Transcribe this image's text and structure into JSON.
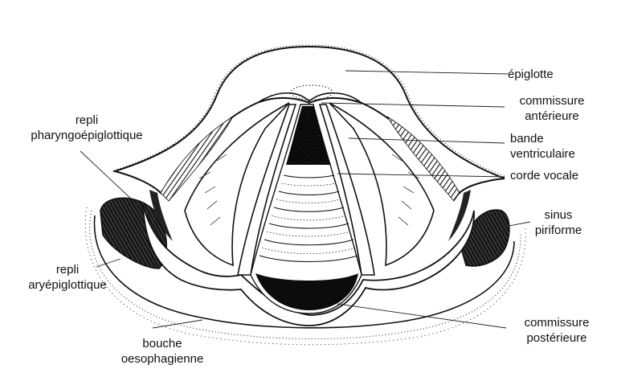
{
  "labels": {
    "epiglotte": "épiglotte",
    "commissure_anterieure": [
      "commissure",
      "antérieure"
    ],
    "bande_ventriculaire": [
      "bande",
      "ventriculaire"
    ],
    "corde_vocale": "corde vocale",
    "sinus_piriforme": [
      "sinus",
      "piriforme"
    ],
    "commissure_posterieure": [
      "commissure",
      "postérieure"
    ],
    "repli_pharyngoepiglottique": [
      "repli",
      "pharyngoépiglottique"
    ],
    "repli_aryepiglottique": [
      "repli",
      "aryépiglottique"
    ],
    "bouche_oesophagienne": [
      "bouche",
      "oesophagienne"
    ]
  },
  "colors": {
    "ink": "#111111",
    "paper": "#ffffff"
  }
}
